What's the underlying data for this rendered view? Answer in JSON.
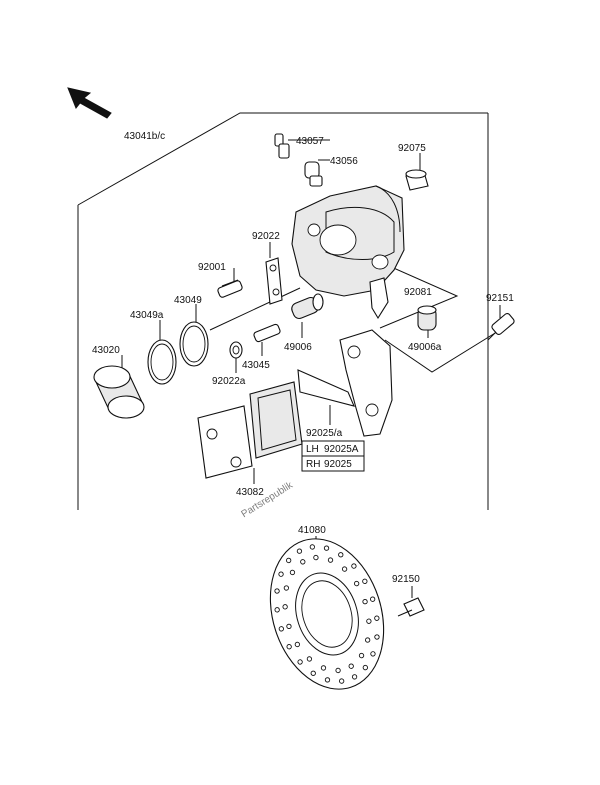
{
  "watermark": "Partsrepublik",
  "parts": {
    "p43041": "43041b/c",
    "p43057": "43057",
    "p43056": "43056",
    "p92075": "92075",
    "p92022": "92022",
    "p92001": "92001",
    "p43049": "43049",
    "p43049a": "43049a",
    "p43020": "43020",
    "p92022a": "92022a",
    "p43045": "43045",
    "p49006": "49006",
    "p92081": "92081",
    "p49006a": "49006a",
    "p92151": "92151",
    "p92025a": "92025/a",
    "p43082": "43082",
    "p41080": "41080",
    "p92150": "92150"
  },
  "variant_table": {
    "lh_label": "LH",
    "lh_part": "92025A",
    "rh_label": "RH",
    "rh_part": "92025"
  },
  "icons": {
    "front_arrow": "arrow-up-left-icon"
  }
}
